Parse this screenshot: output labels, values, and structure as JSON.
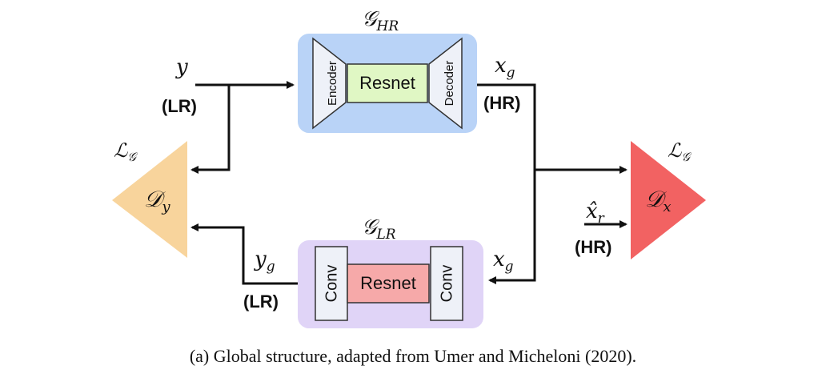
{
  "colors": {
    "ghr_box": "#b9d3f7",
    "glr_box": "#e0d4f7",
    "resnet_top": "#e0f7c4",
    "resnet_bottom": "#f6a9a9",
    "dy_triangle": "#f8d49c",
    "dx_triangle": "#f26262",
    "encoder_fill": "#eef1f8",
    "conv_fill": "#eef1f8",
    "line": "#111111"
  },
  "generators": {
    "top": {
      "label_main": "𝒢",
      "label_sub": "HR",
      "encoder": "Encoder",
      "resnet": "Resnet",
      "decoder": "Decoder"
    },
    "bottom": {
      "label_main": "𝒢",
      "label_sub": "LR",
      "conv_left": "Conv",
      "resnet": "Resnet",
      "conv_right": "Conv"
    }
  },
  "discriminators": {
    "left": {
      "loss_main": "ℒ",
      "loss_sub": "𝒢",
      "name_main": "𝒟",
      "name_sub": "y"
    },
    "right": {
      "loss_main": "ℒ",
      "loss_sub": "𝒢",
      "name_main": "𝒟",
      "name_sub": "x"
    }
  },
  "signals": {
    "y": "y",
    "y_tag": "(LR)",
    "xg_top": "x",
    "xg_top_sub": "g",
    "xg_top_tag": "(HR)",
    "xg_bottom": "x",
    "xg_bottom_sub": "g",
    "yg": "y",
    "yg_sub": "g",
    "yg_tag": "(LR)",
    "xr_hat": "x̂",
    "xr_sub": "r",
    "xr_tag": "(HR)"
  },
  "caption": "(a) Global structure, adapted from Umer and Micheloni (2020)."
}
